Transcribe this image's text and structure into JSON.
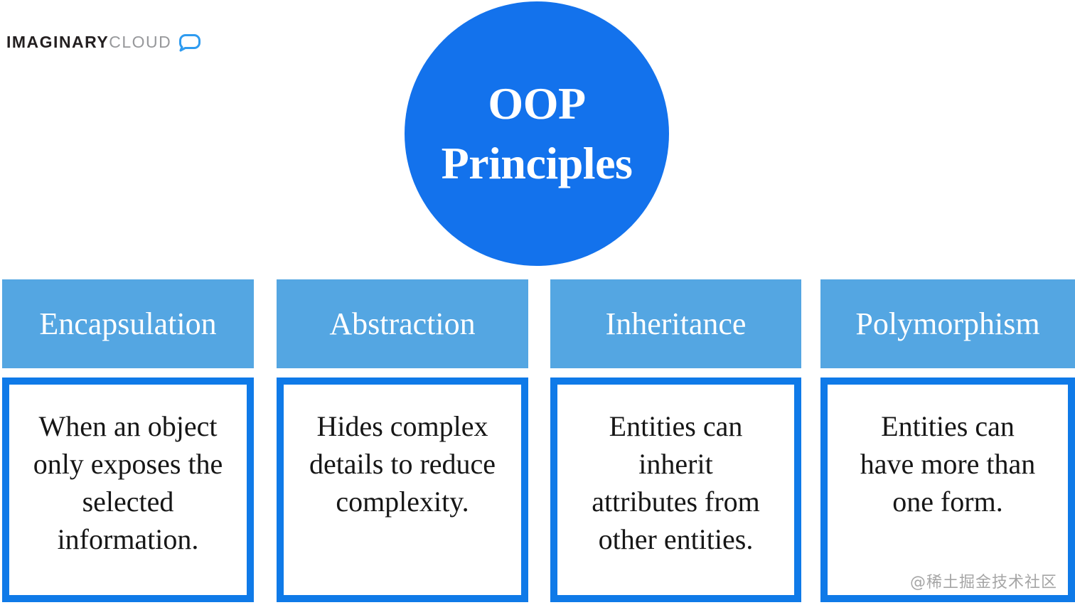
{
  "logo": {
    "brand_bold": "IMAGINARY",
    "brand_light": "CLOUD",
    "icon": "speech-bubble-icon"
  },
  "title": {
    "line1": "OOP",
    "line2": "Principles"
  },
  "columns": [
    {
      "header": "Encapsulation",
      "description": "When an object only exposes the selected information.",
      "description_lines": [
        "When an object",
        "only exposes the",
        "selected",
        "information."
      ]
    },
    {
      "header": "Abstraction",
      "description": "Hides complex details to reduce complexity.",
      "description_lines": [
        "Hides complex",
        "details to reduce",
        "complexity."
      ]
    },
    {
      "header": "Inheritance",
      "description": "Entities can inherit attributes from other entities.",
      "description_lines": [
        "Entities can",
        "inherit",
        "attributes from",
        "other entities."
      ]
    },
    {
      "header": "Polymorphism",
      "description": "Entities can have more than one form.",
      "description_lines": [
        "Entities can",
        "have more than",
        "one form."
      ]
    }
  ],
  "watermark": "@稀土掘金技术社区",
  "colors": {
    "circle_blue": "#1372EC",
    "header_blue": "#54A6E2",
    "border_blue": "#0F7AE8",
    "logo_dark": "#231F20",
    "logo_gray": "#97989B",
    "logo_icon_blue": "#2E9BF0",
    "text_black": "#161616",
    "watermark_gray": "#9C9C9C"
  }
}
